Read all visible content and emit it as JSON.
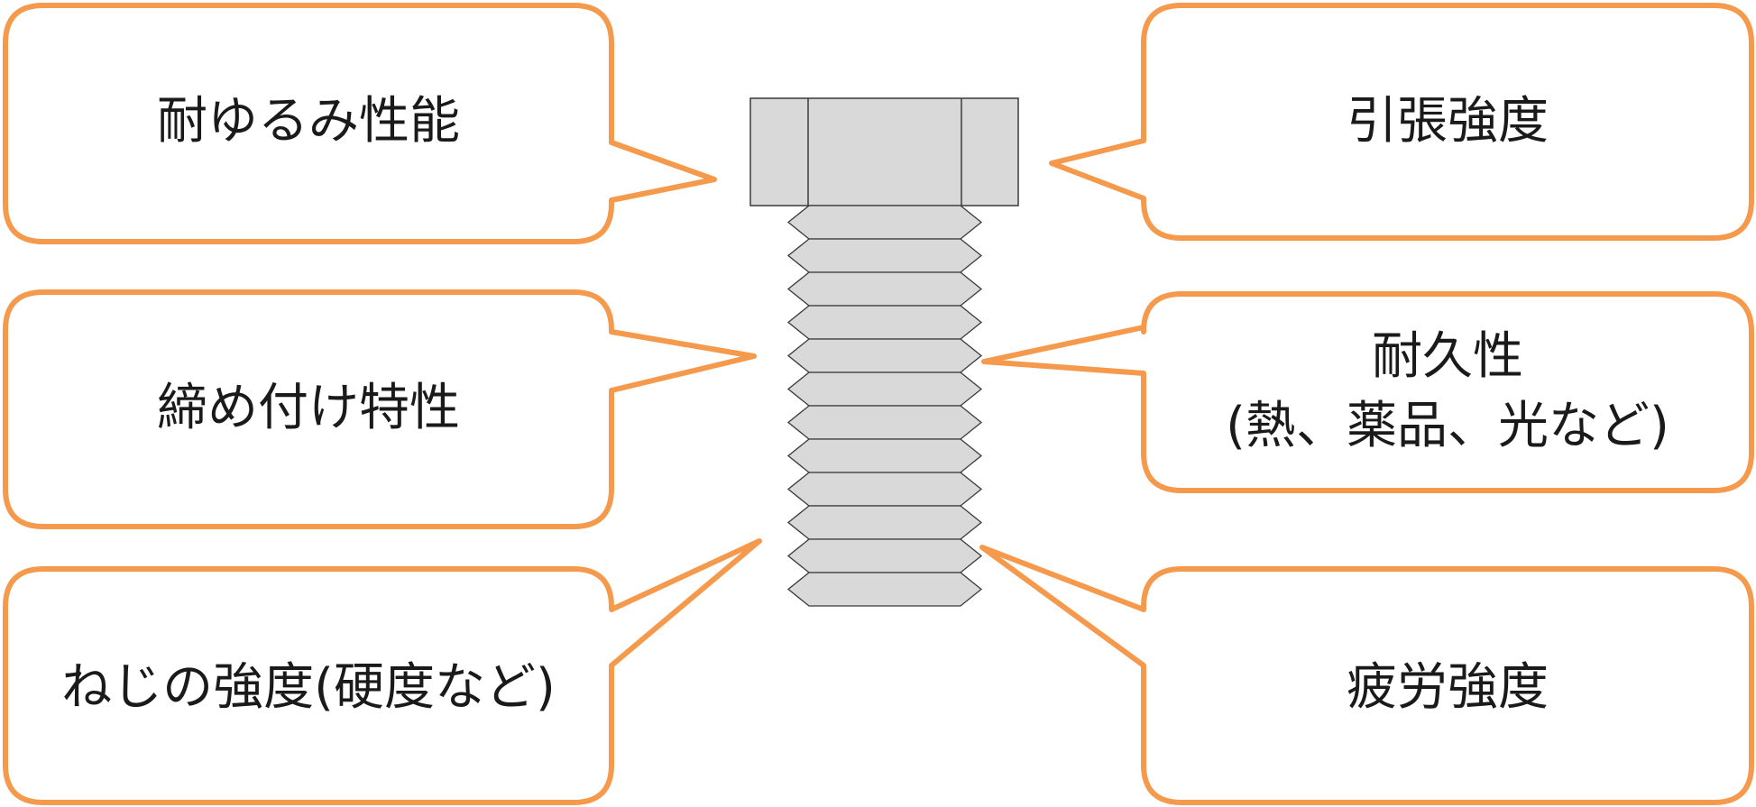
{
  "callouts": {
    "top_left": {
      "lines": [
        "耐ゆるみ性能"
      ]
    },
    "mid_left": {
      "lines": [
        "締め付け特性"
      ]
    },
    "bottom_left": {
      "lines": [
        "ねじの強度(硬度など)"
      ]
    },
    "top_right": {
      "lines": [
        "引張強度"
      ]
    },
    "mid_right": {
      "lines": [
        "耐久性",
        "(熱、薬品、光など)"
      ]
    },
    "bottom_right": {
      "lines": [
        "疲労強度"
      ]
    }
  },
  "colors": {
    "callout_border": "#F59A4C",
    "bolt_fill": "#D9D9D9",
    "bolt_stroke": "#3a3a3a",
    "text": "#1a1a1a"
  }
}
